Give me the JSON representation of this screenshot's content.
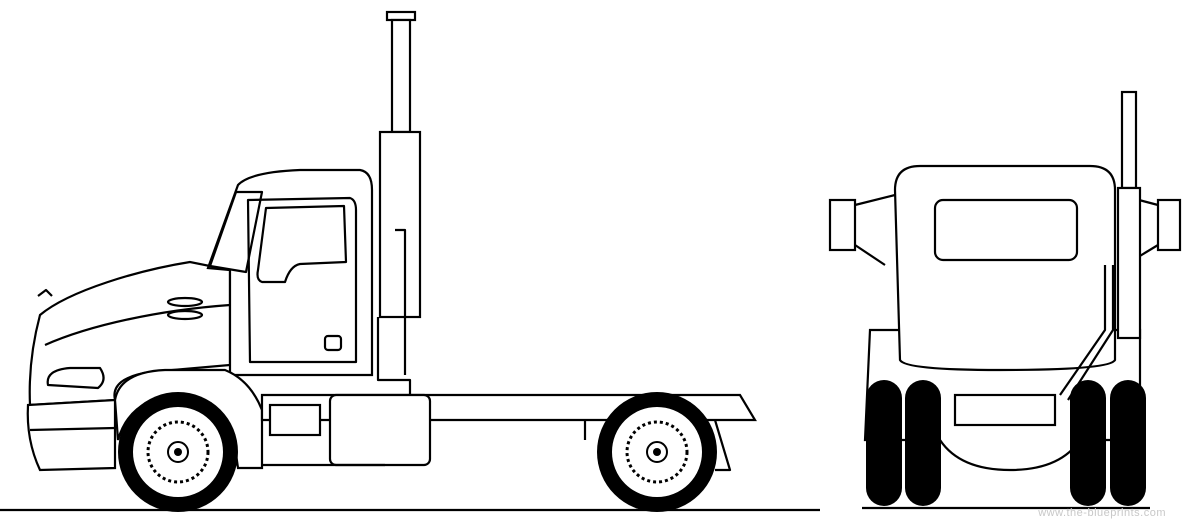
{
  "drawing": {
    "views": [
      "side-view",
      "rear-view"
    ],
    "watermark": "www.the-blueprints.com",
    "line_color": "#000000",
    "background": "#ffffff"
  }
}
